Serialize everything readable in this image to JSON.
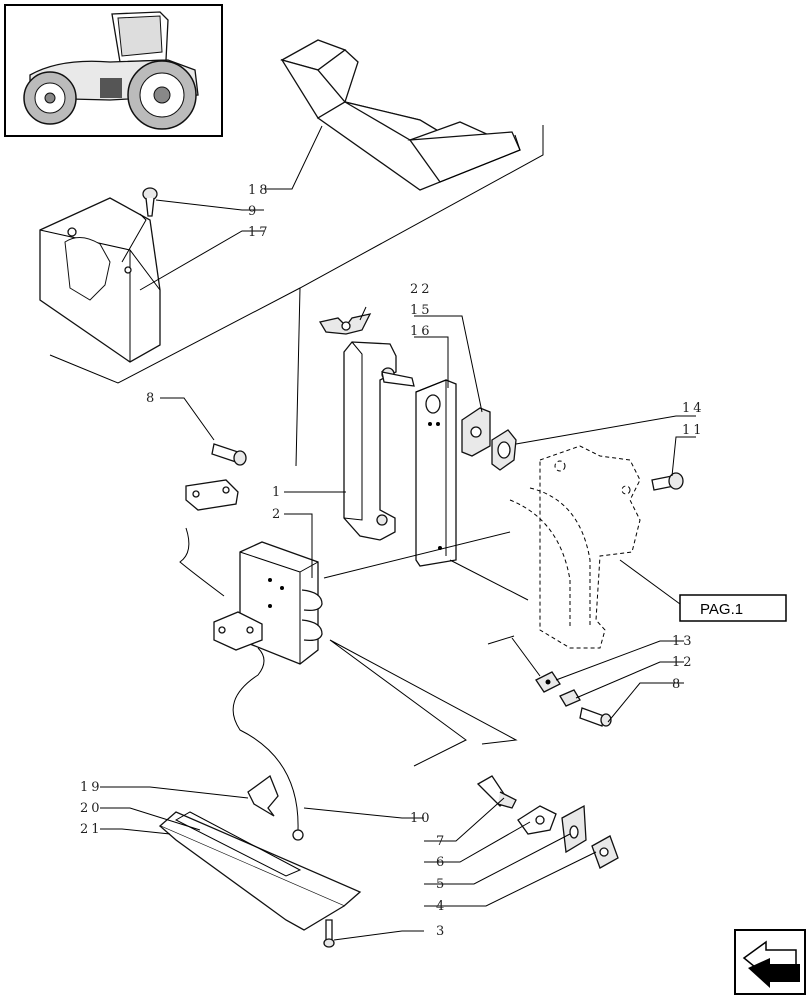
{
  "callouts": {
    "c18": "18",
    "c9": "9",
    "c17": "17",
    "c22": "22",
    "c15": "15",
    "c16": "16",
    "c8a": "8",
    "c14": "14",
    "c11": "11",
    "c1": "1",
    "c2": "2",
    "c13": "13",
    "c12": "12",
    "c8b": "8",
    "c19": "19",
    "c20": "20",
    "c21": "21",
    "c10": "10",
    "c7": "7",
    "c6": "6",
    "c5": "5",
    "c4": "4",
    "c3": "3"
  },
  "page_reference": "PAG.1",
  "icons": {
    "thumbnail": "tractor-icon",
    "navigation": "next-page-arrow-icon"
  }
}
